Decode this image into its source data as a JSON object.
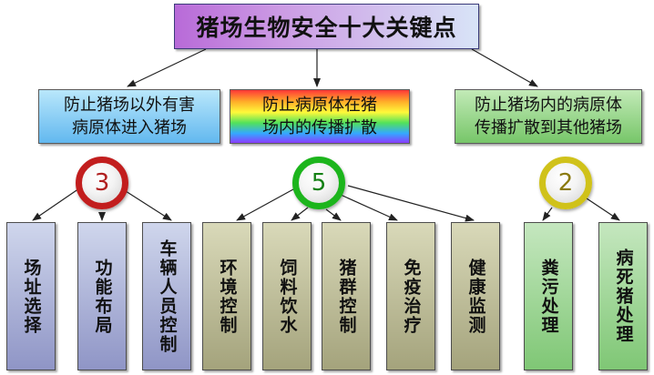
{
  "title": "猪场生物安全十大关键点",
  "categories": [
    {
      "line1": "防止猪场以外有害",
      "line2": "病原体进入猪场",
      "count": "3"
    },
    {
      "line1": "防止病原体在猪",
      "line2": "场内的传播扩散",
      "count": "5"
    },
    {
      "line1": "防止猪场内的病原体",
      "line2": "传播扩散到其他猪场",
      "count": "2"
    }
  ],
  "items": [
    {
      "label": "场址选择"
    },
    {
      "label": "功能布局"
    },
    {
      "label": "车辆人员控制"
    },
    {
      "label": "环境控制"
    },
    {
      "label": "饲料饮水"
    },
    {
      "label": "猪群控制"
    },
    {
      "label": "免疫治疗"
    },
    {
      "label": "健康监测"
    },
    {
      "label": "粪污处理"
    },
    {
      "label": "病死猪处理"
    }
  ],
  "colors": {
    "circle_a": "#c21e1e",
    "circle_b": "#1cb51c",
    "circle_c": "#d0c21a"
  }
}
